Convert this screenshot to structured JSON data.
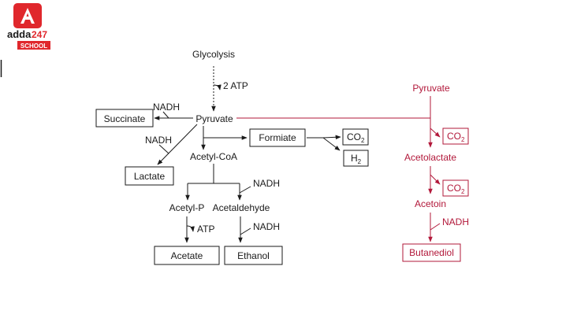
{
  "logo": {
    "wordmark": "adda",
    "number": "247",
    "tag": "SCHOOL",
    "colors": {
      "brand_red": "#e0272c",
      "dark": "#1a1a1a"
    }
  },
  "pathway": {
    "glycolysis": "Glycolysis",
    "atp_2": "2 ATP",
    "pyruvate": "Pyruvate",
    "succinate": "Succinate",
    "nadh_succinate": "NADH",
    "nadh_lactate": "NADH",
    "lactate": "Lactate",
    "formiate": "Formiate",
    "co2_base": "CO",
    "co2_sub": "2",
    "h2_base": "H",
    "h2_sub": "2",
    "acetyl_coa": "Acetyl-CoA",
    "nadh_acetaldehyde": "NADH",
    "acetyl_p": "Acetyl-P",
    "acetaldehyde": "Acetaldehyde",
    "atp": "ATP",
    "nadh_ethanol": "NADH",
    "acetate": "Acetate",
    "ethanol": "Ethanol"
  },
  "butanediol_branch": {
    "pyruvate": "Pyruvate",
    "co2_1_base": "CO",
    "co2_1_sub": "2",
    "acetolactate": "Acetolactate",
    "co2_2_base": "CO",
    "co2_2_sub": "2",
    "acetoin": "Acetoin",
    "nadh": "NADH",
    "butanediol": "Butanediol",
    "color": "#b2183a"
  }
}
